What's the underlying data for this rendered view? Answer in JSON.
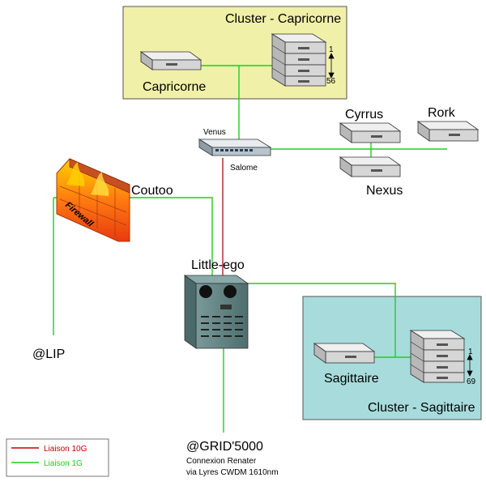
{
  "clusters": {
    "capricorne": {
      "title": "Cluster - Capricorne",
      "fill": "#f0f0a8"
    },
    "sagittaire": {
      "title": "Cluster - Sagittaire",
      "fill": "#a8dcdc"
    }
  },
  "nodes": {
    "capricorne": "Capricorne",
    "sagittaire": "Sagittaire",
    "venus": "Venus",
    "salome": "Salome",
    "cyrrus": "Cyrrus",
    "rork": "Rork",
    "nexus": "Nexus",
    "coutoo": "Coutoo",
    "firewall": "Firewall",
    "little_ego": "Little-ego",
    "lip": "@LIP",
    "grid5000": "@GRID'5000"
  },
  "rack_ranges": {
    "capricorne": {
      "start": "1",
      "end": "56"
    },
    "sagittaire": {
      "start": "1",
      "end": "69"
    }
  },
  "grid_note": {
    "line1": "Connexion Renater",
    "line2": "via Lyres CWDM 1610nm"
  },
  "legend": {
    "items": [
      {
        "label": "Liaison 10G",
        "color": "#c00000"
      },
      {
        "label": "Liaison 1G",
        "color": "#22cc22"
      }
    ]
  },
  "colors": {
    "link_10g": "#b02020",
    "link_1g": "#22cc22",
    "server": "#d6d6d6",
    "firewall": "#ff7a1a"
  }
}
